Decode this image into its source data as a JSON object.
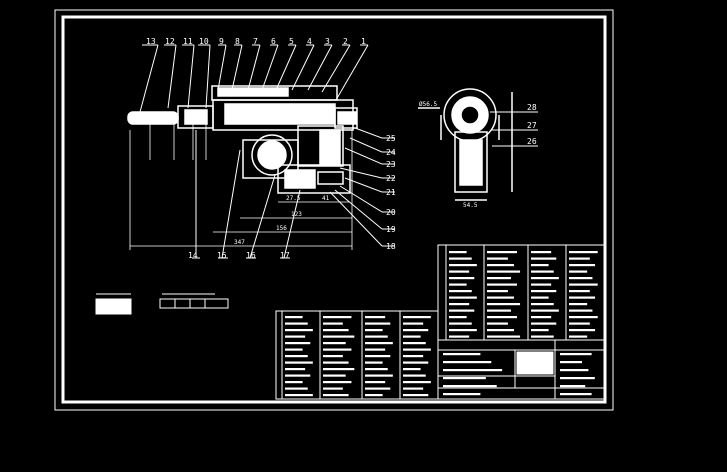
{
  "drawing": {
    "background": "#000000",
    "line_color": "#ffffff",
    "part_callouts_top": [
      "13",
      "12",
      "11",
      "10",
      "9",
      "8",
      "7",
      "6",
      "5",
      "4",
      "3",
      "2",
      "1"
    ],
    "part_callouts_right": [
      "25",
      "24",
      "23",
      "22",
      "21",
      "20",
      "19",
      "18"
    ],
    "part_callouts_bottom": [
      "14",
      "15",
      "16",
      "17"
    ],
    "side_view_callouts": [
      "28",
      "27",
      "26"
    ],
    "dimensions": {
      "overall_length": "347",
      "length_2": "156",
      "length_3": "123",
      "width_1": "27.5",
      "width_2": "41",
      "side_width": "54.5",
      "side_diameter": "Ø56.5"
    }
  }
}
